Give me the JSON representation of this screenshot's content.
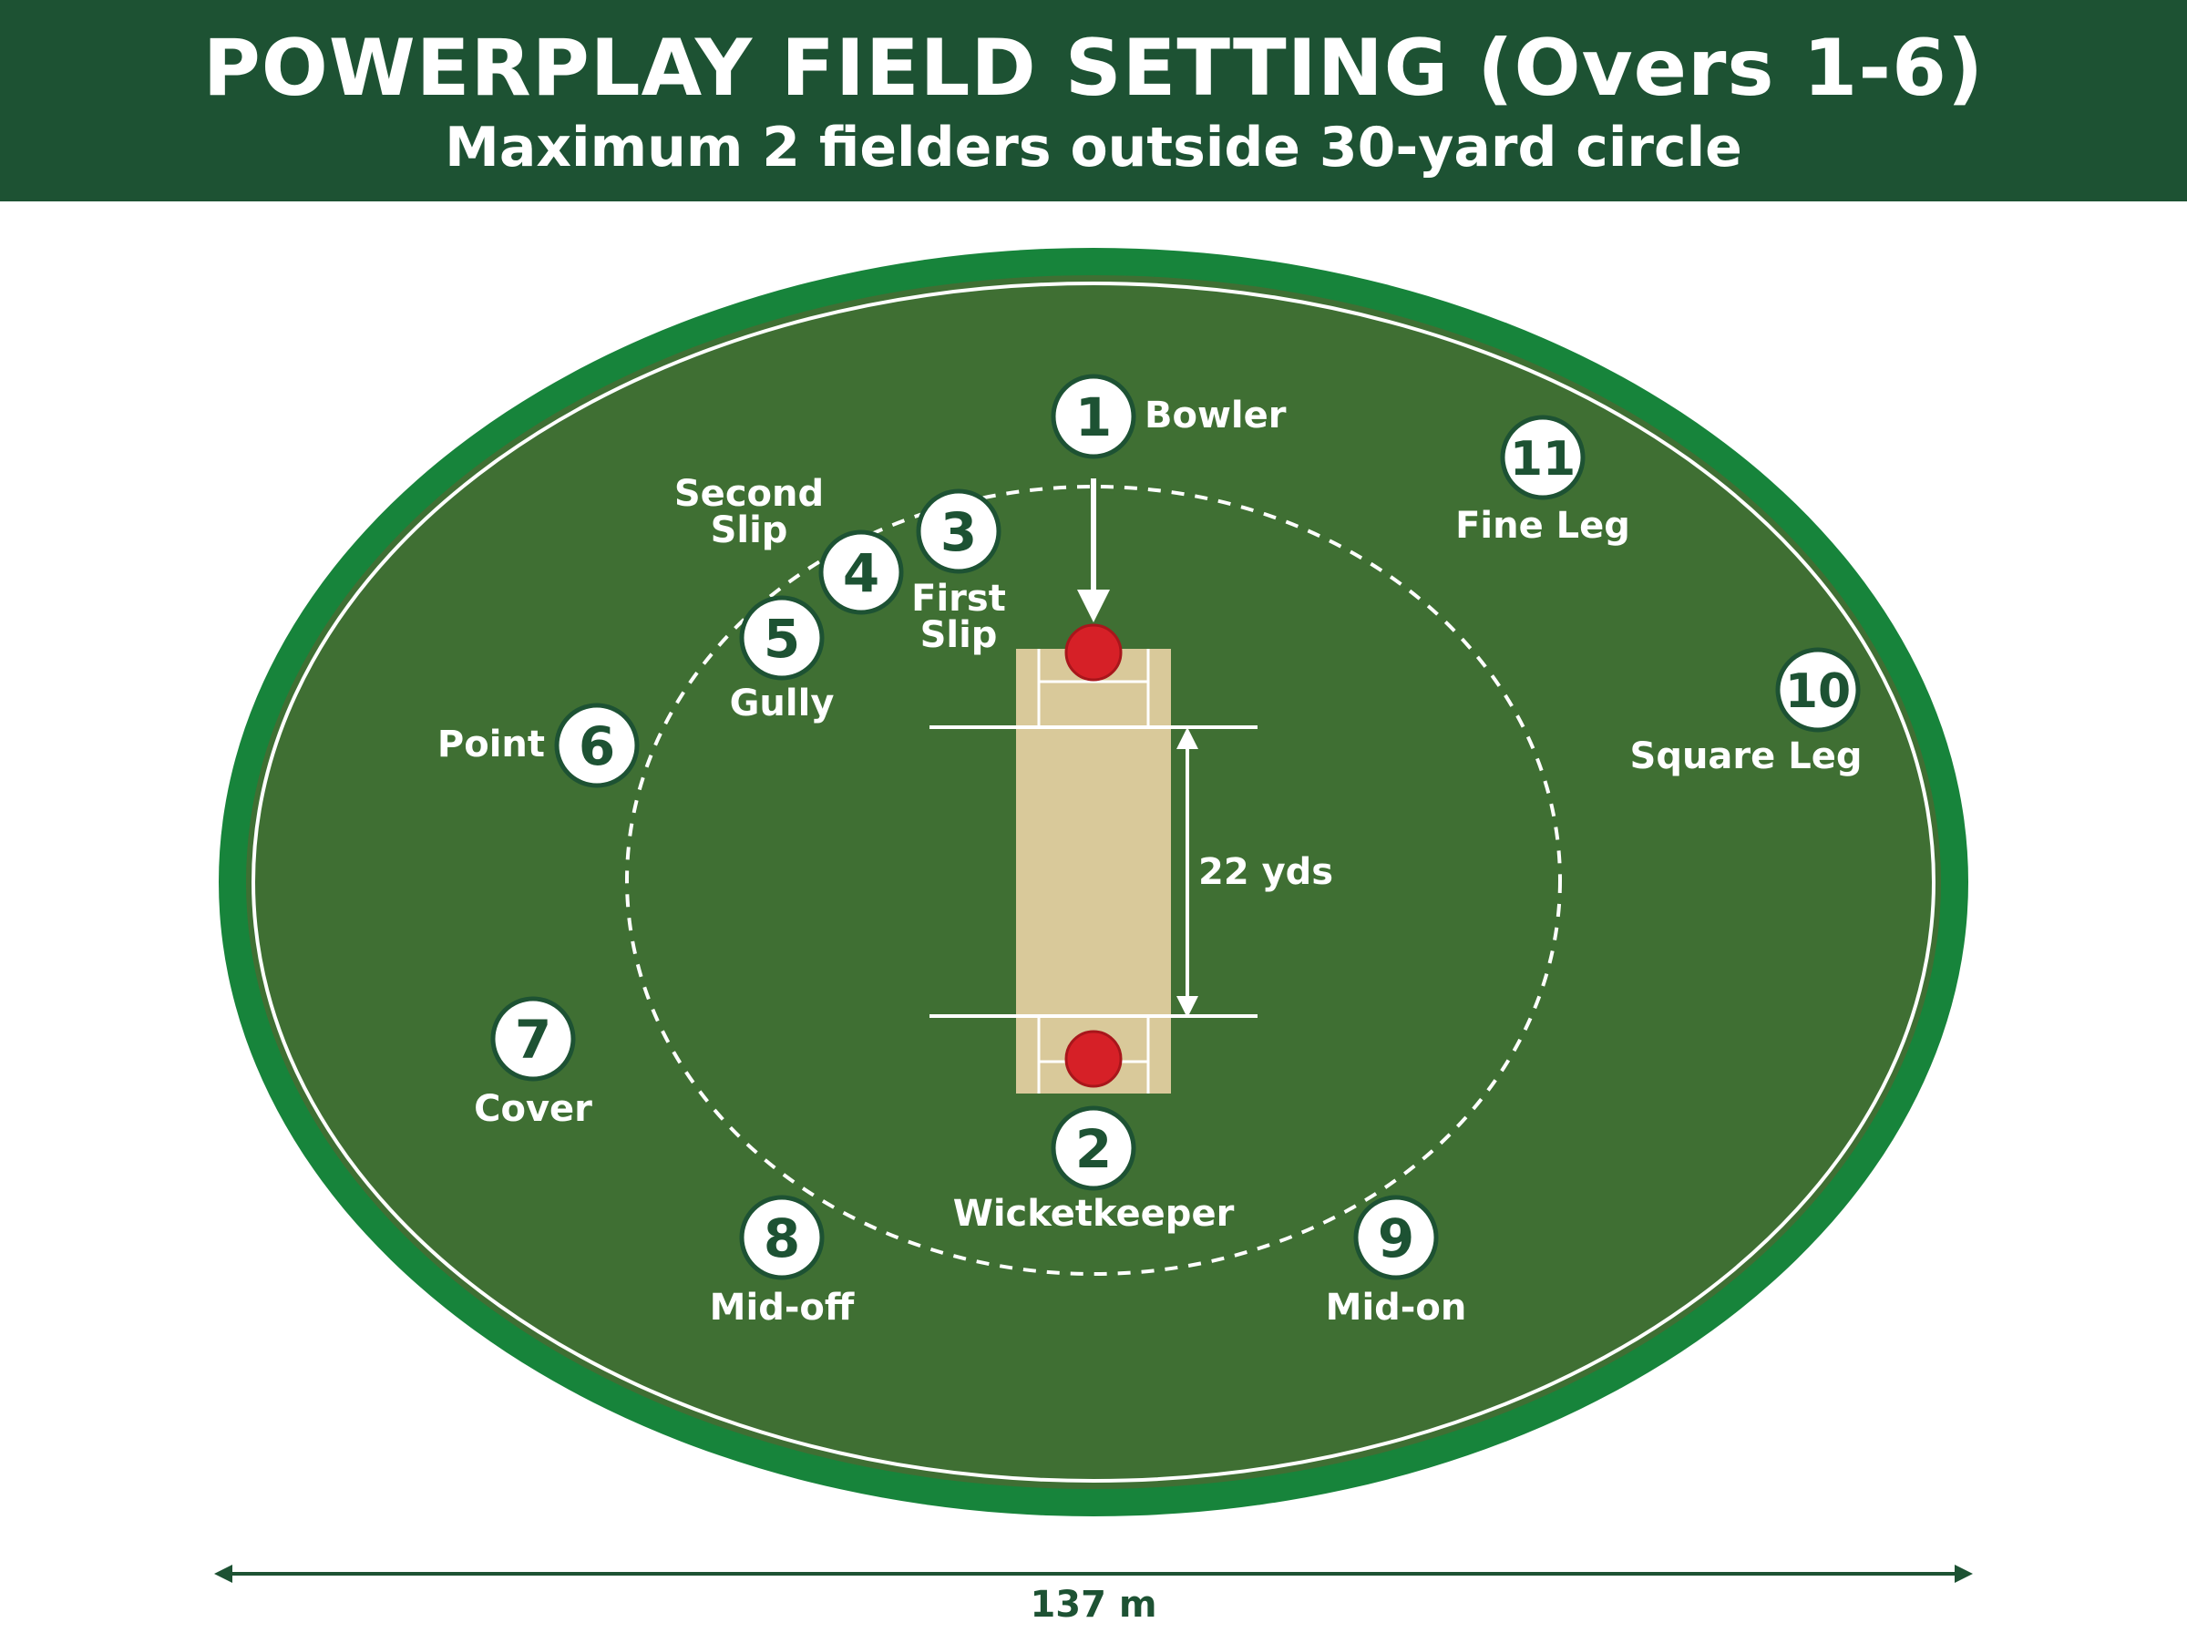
{
  "header": {
    "title": "POWERPLAY FIELD SETTING (Overs 1-6)",
    "subtitle": "Maximum 2 fielders outside 30-yard circle"
  },
  "pitch": {
    "length_label": "22 yds"
  },
  "ground": {
    "width_label": "137 m"
  },
  "colors": {
    "header": "#1d5233",
    "boundary_rope": "#17843b",
    "grass": "#3f6f33",
    "pitch": "#d9c99a",
    "ball": "#d62027"
  },
  "fielders": [
    {
      "number": "1",
      "label": "Bowler"
    },
    {
      "number": "2",
      "label": "Wicketkeeper"
    },
    {
      "number": "3",
      "label": "First Slip"
    },
    {
      "number": "4",
      "label": "Second Slip"
    },
    {
      "number": "5",
      "label": "Gully"
    },
    {
      "number": "6",
      "label": "Point"
    },
    {
      "number": "7",
      "label": "Cover"
    },
    {
      "number": "8",
      "label": "Mid-off"
    },
    {
      "number": "9",
      "label": "Mid-on"
    },
    {
      "number": "10",
      "label": "Square Leg"
    },
    {
      "number": "11",
      "label": "Fine Leg"
    }
  ]
}
